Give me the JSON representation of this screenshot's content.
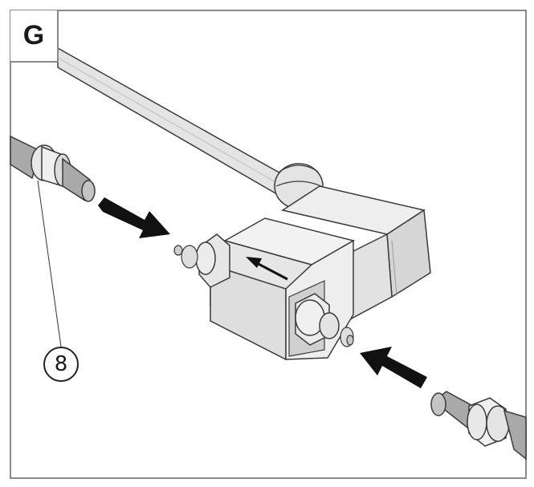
{
  "figure": {
    "step_label": "G",
    "callout_number": "8",
    "colors": {
      "outline": "#3a3a3a",
      "body_fill": "#e6e6e6",
      "face_fill": "#f2f2f2",
      "shade_fill": "#cfcfcf",
      "pipe_fill": "#a9a9a9",
      "arrow_fill": "#111111",
      "frame": "#8a8a8a"
    },
    "icons": [
      "flow-direction-arrow",
      "insertion-arrow",
      "insertion-arrow"
    ]
  }
}
